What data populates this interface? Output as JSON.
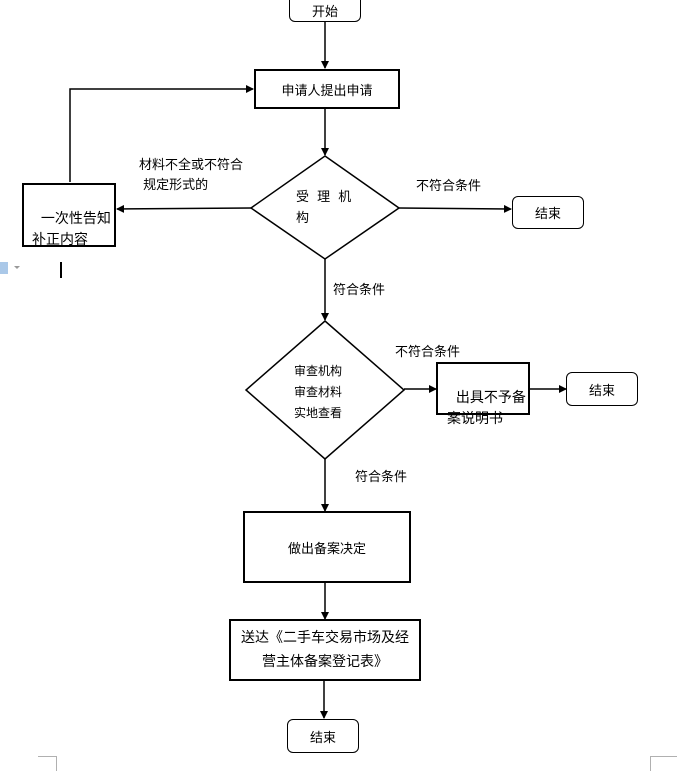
{
  "nodes": {
    "start": "开始",
    "apply": "申请人提出申请",
    "accept_decision": "受 理 机\n构",
    "notify_fix": "一次性告知\n补正内容",
    "end_1": "结束",
    "review_decision": "审查机构\n审查材料\n实地查看",
    "issue_refusal": "出具不予备\n案说明书",
    "end_2": "结束",
    "make_decision": "做出备案决定",
    "deliver_form": "送达《二手车交易市场及经\n营主体备案登记表》",
    "end_3": "结束"
  },
  "edge_labels": {
    "incomplete": "材料不全或不符合\n 规定形式的",
    "reject_1": "不符合条件",
    "accept_1": "符合条件",
    "reject_2": "不符合条件",
    "accept_2": "符合条件"
  },
  "colors": {
    "stroke": "#000000",
    "doc_icon": "#aac8e8",
    "page_corner": "#b0b0b0"
  }
}
